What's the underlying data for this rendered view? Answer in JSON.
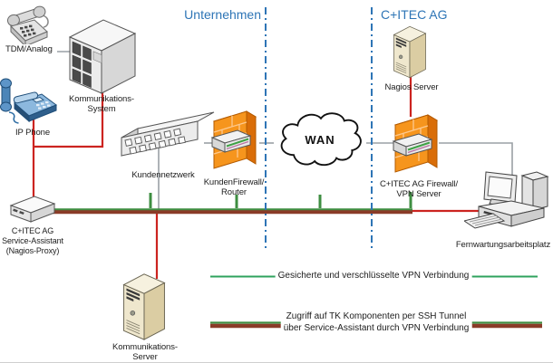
{
  "zones": {
    "left": "Unternehmen",
    "right": "C+ITEC AG"
  },
  "nodes": {
    "tdm_analog": {
      "label": "TDM/Analog"
    },
    "komm_system": {
      "lines": [
        "Kommunikations-",
        "System"
      ]
    },
    "ip_phone": {
      "label": "IP Phone"
    },
    "kundennetzwerk": {
      "label": "Kundennetzwerk"
    },
    "kunden_firewall": {
      "lines": [
        "KundenFirewall/",
        "Router"
      ]
    },
    "wan": {
      "label": "WAN"
    },
    "citec_firewall": {
      "lines": [
        "C+ITEC AG Firewall/",
        "VPN Server"
      ]
    },
    "nagios_server": {
      "label": "Nagios Server"
    },
    "fernwartungsarbeitsplatz": {
      "label": "Fernwartungsarbeitsplatz"
    },
    "service_assistant": {
      "lines": [
        "C+ITEC AG",
        "Service-Assistant",
        "(Nagios-Proxy)"
      ]
    },
    "komm_server": {
      "lines": [
        "Kommunikations-",
        "Server"
      ]
    }
  },
  "legend": [
    {
      "label": "Gesicherte und verschlüsselte VPN Verbindung",
      "line_style": "thin-green"
    },
    {
      "lines": [
        "Zugriff auf TK Komponenten per SSH Tunnel",
        "über Service-Assistant durch VPN Verbindung"
      ],
      "line_style": "thick-green-maroon"
    }
  ],
  "colors": {
    "zone_blue": "#2e75b6",
    "red_link": "#cc2420",
    "gray_link": "#9aa0a5",
    "vpn_green": "#2fa35d",
    "tunnel_green": "#3e8e41",
    "tunnel_maroon": "#8a3b28",
    "firewall_orange": "#f6951d"
  }
}
